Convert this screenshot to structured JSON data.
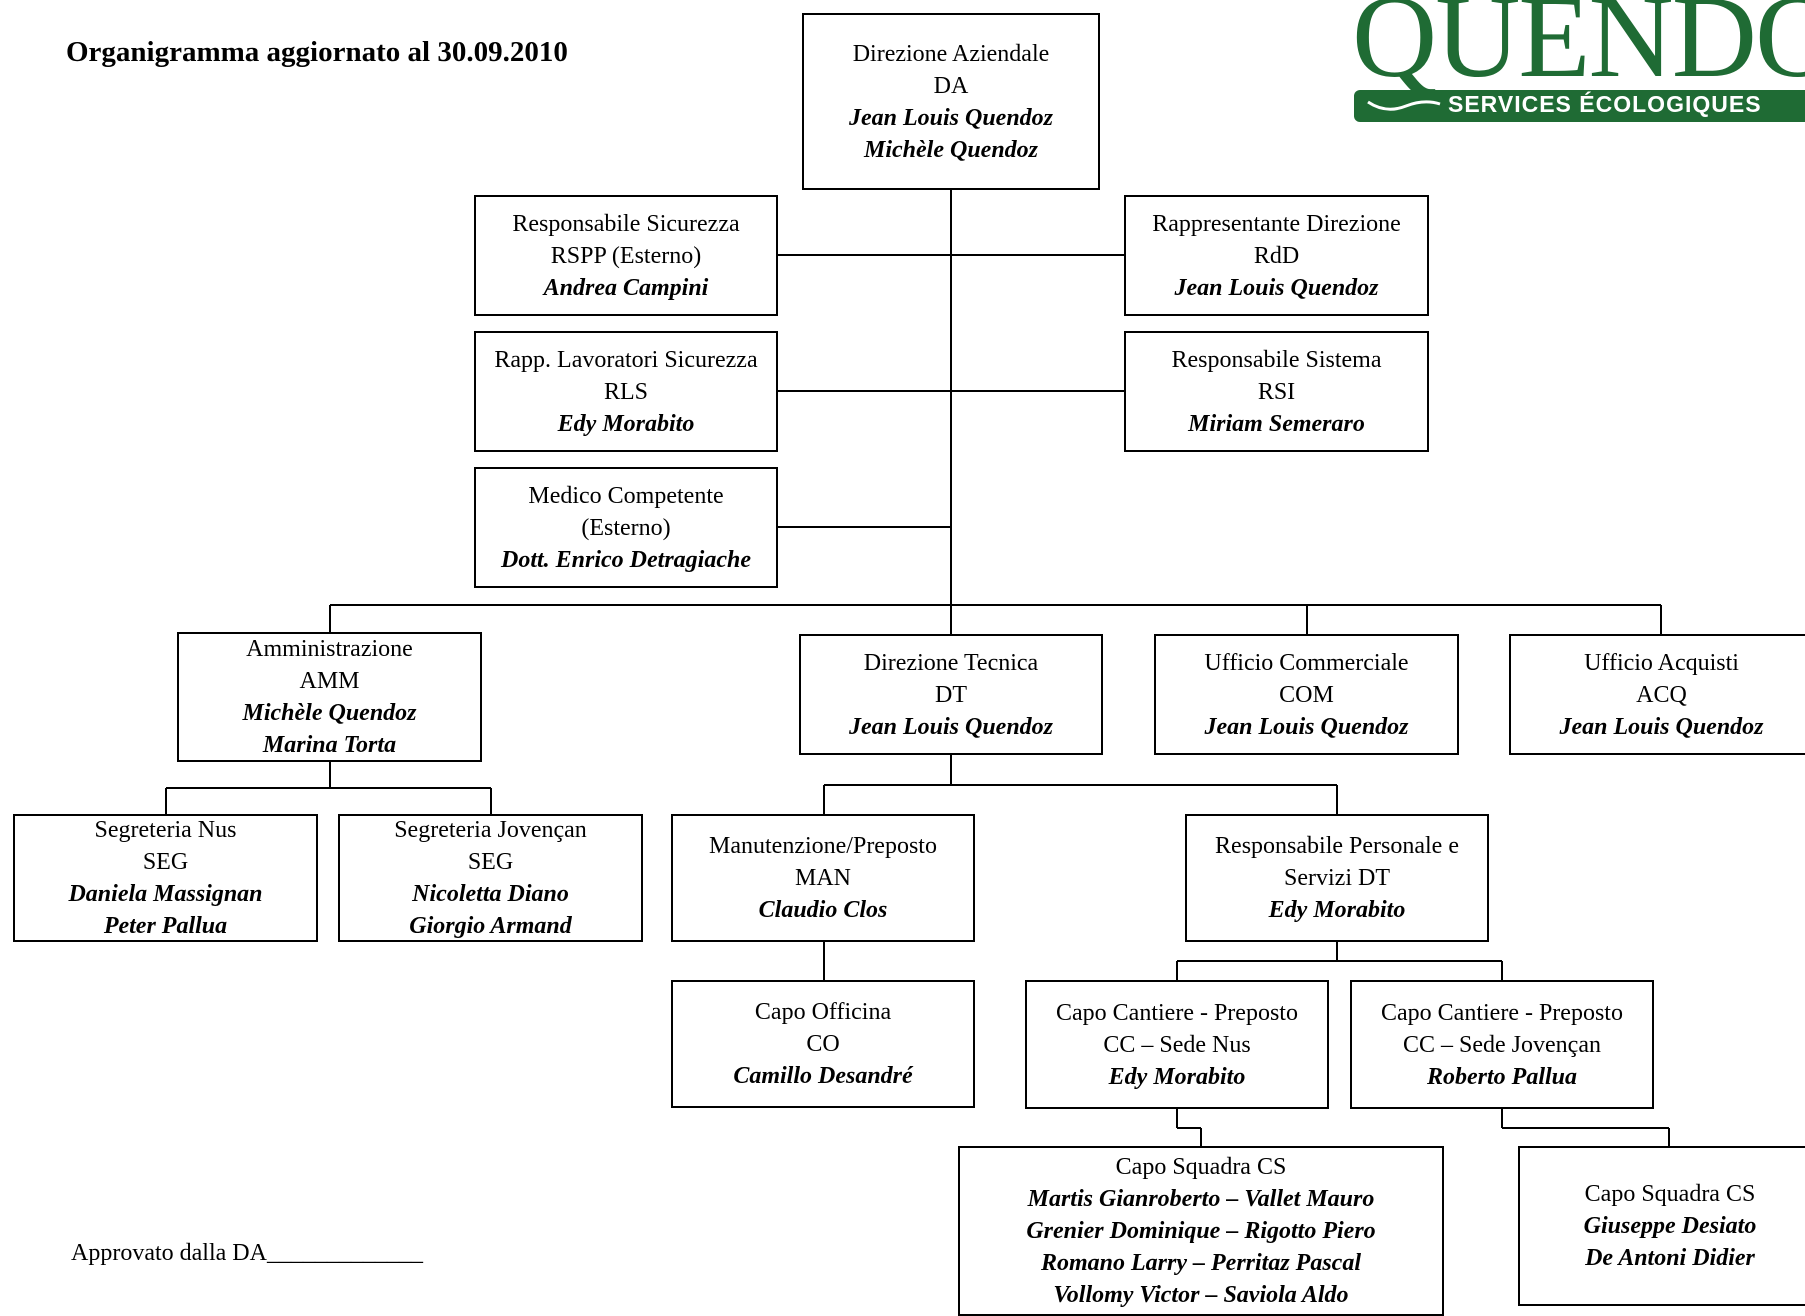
{
  "header": {
    "title": "Organigramma aggiornato al 30.09.2010",
    "approved": "Approvato dalla DA_____________"
  },
  "logo": {
    "word": "QUENDOZ",
    "tagline": "SERVICES ÉCOLOGIQUES",
    "color": "#1f6b34"
  },
  "boxes": {
    "da": {
      "lines": [
        "Direzione Aziendale",
        "DA"
      ],
      "names": [
        "Jean Louis Quendoz",
        "Michèle Quendoz"
      ]
    },
    "rspp": {
      "lines": [
        "Responsabile Sicurezza",
        "RSPP (Esterno)"
      ],
      "names": [
        "Andrea Campini"
      ]
    },
    "rdd": {
      "lines": [
        "Rappresentante Direzione",
        "RdD"
      ],
      "names": [
        "Jean Louis Quendoz"
      ]
    },
    "rls": {
      "lines": [
        "Rapp. Lavoratori Sicurezza",
        "RLS"
      ],
      "names": [
        "Edy Morabito"
      ]
    },
    "rsi": {
      "lines": [
        "Responsabile Sistema",
        "RSI"
      ],
      "names": [
        "Miriam Semeraro"
      ]
    },
    "med": {
      "lines": [
        "Medico Competente",
        "(Esterno)"
      ],
      "names": [
        "Dott. Enrico Detragiache"
      ]
    },
    "amm": {
      "lines": [
        "Amministrazione",
        "AMM"
      ],
      "names": [
        "Michèle Quendoz",
        "Marina Torta"
      ]
    },
    "dt": {
      "lines": [
        "Direzione Tecnica",
        "DT"
      ],
      "names": [
        "Jean Louis Quendoz"
      ]
    },
    "com": {
      "lines": [
        "Ufficio Commerciale",
        "COM"
      ],
      "names": [
        "Jean Louis Quendoz"
      ]
    },
    "acq": {
      "lines": [
        "Ufficio Acquisti",
        "ACQ"
      ],
      "names": [
        "Jean Louis Quendoz"
      ]
    },
    "segnus": {
      "lines": [
        "Segreteria Nus",
        "SEG"
      ],
      "names": [
        "Daniela Massignan",
        "Peter Pallua"
      ]
    },
    "segjov": {
      "lines": [
        "Segreteria Jovençan",
        "SEG"
      ],
      "names": [
        "Nicoletta Diano",
        "Giorgio Armand"
      ]
    },
    "man": {
      "lines": [
        "Manutenzione/Preposto",
        "MAN"
      ],
      "names": [
        "Claudio Clos"
      ]
    },
    "rpers": {
      "lines": [
        "Responsabile Personale e",
        "Servizi DT"
      ],
      "names": [
        "Edy Morabito"
      ]
    },
    "co": {
      "lines": [
        "Capo Officina",
        "CO"
      ],
      "names": [
        "Camillo Desandré"
      ]
    },
    "ccnus": {
      "lines": [
        "Capo Cantiere - Preposto",
        "CC – Sede Nus"
      ],
      "names": [
        "Edy Morabito"
      ]
    },
    "ccjov": {
      "lines": [
        "Capo Cantiere - Preposto",
        "CC – Sede Jovençan"
      ],
      "names": [
        "Roberto Pallua"
      ]
    },
    "cs1": {
      "lines": [
        "Capo Squadra CS"
      ],
      "names": [
        "Martis Gianroberto  –  Vallet Mauro",
        "Grenier Dominique  –  Rigotto Piero",
        "Romano Larry  –  Perritaz Pascal",
        "Vollomy Victor  –  Saviola Aldo"
      ]
    },
    "cs2": {
      "lines": [
        "Capo Squadra  CS"
      ],
      "names": [
        "Giuseppe Desiato",
        "De Antoni Didier"
      ]
    }
  }
}
